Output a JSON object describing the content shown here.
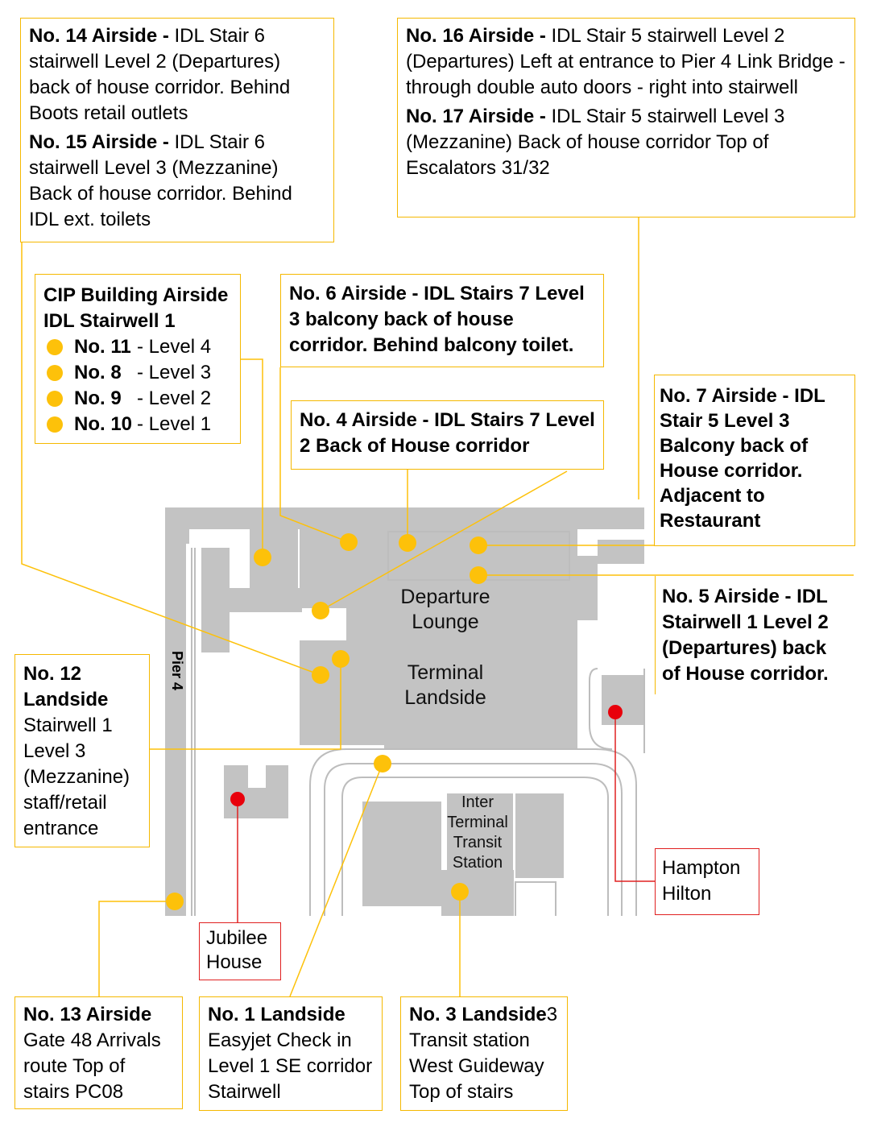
{
  "colors": {
    "marker_airside": "#fdc10a",
    "marker_other": "#e8000b",
    "building": "#c3c3c3",
    "box_border": "#f5b800",
    "red_border": "#e02020"
  },
  "boxes": {
    "no14": {
      "title": "No. 14 Airside -",
      "text": " IDL Stair 6 stairwell Level 2 (Departures) back of house corridor. Behind Boots retail outlets"
    },
    "no15": {
      "title": "No. 15 Airside -",
      "text": " IDL Stair 6 stairwell Level 3 (Mezzanine) Back of house corridor. Behind IDL ext. toilets"
    },
    "no16": {
      "title": "No. 16 Airside -",
      "text": " IDL Stair 5 stairwell Level 2 (Departures) Left at entrance to Pier 4 Link Bridge - through double auto doors - right into stairwell"
    },
    "no17": {
      "title": "No. 17 Airside -",
      "text": " IDL Stair 5 stairwell Level 3 (Mezzanine) Back of house corridor Top of Escalators 31/32"
    },
    "cip": {
      "title_line1": "CIP Building Airside",
      "title_line2": "IDL Stairwell 1",
      "items": [
        {
          "no": "No. 11",
          "level": "- Level 4"
        },
        {
          "no": "No. 8",
          "level": "- Level 3"
        },
        {
          "no": "No. 9",
          "level": "- Level 2"
        },
        {
          "no": "No. 10",
          "level": "- Level 1"
        }
      ]
    },
    "no6": {
      "text": "No. 6 Airside - IDL Stairs 7 Level 3 balcony back of house corridor. Behind balcony toilet."
    },
    "no4": {
      "text": "No. 4 Airside - IDL Stairs 7 Level 2 Back of House corridor"
    },
    "no7": {
      "text": "No. 7 Airside - IDL Stair 5 Level 3 Balcony back of House corridor. Adjacent to Restaurant"
    },
    "no5": {
      "text": "No. 5 Airside - IDL Stairwell 1 Level 2 (Departures) back of House corridor."
    },
    "no12": {
      "title_line1": "No. 12",
      "title_line2": "Landside",
      "text": "Stairwell 1 Level 3 (Mezzanine) staff/retail entrance"
    },
    "hampton": {
      "line1": "Hampton",
      "line2": "Hilton"
    },
    "jubilee": {
      "line1": "Jubilee",
      "line2": "House"
    },
    "no13": {
      "title": "No. 13 Airside",
      "text": "Gate 48 Arrivals route Top of stairs PC08"
    },
    "no1": {
      "title": "No. 1 Landside",
      "text": "Easyjet Check in Level 1 SE corridor Stairwell"
    },
    "no3": {
      "title": "No. 3 Landside",
      "suffix": "3",
      "text": "Transit station West Guideway Top of stairs"
    }
  },
  "map_labels": {
    "departure_l1": "Departure",
    "departure_l2": "Lounge",
    "terminal_l1": "Terminal",
    "terminal_l2": "Landside",
    "pier": "Pier 4",
    "itts": [
      "Inter",
      "Terminal",
      "Transit",
      "Station"
    ]
  }
}
